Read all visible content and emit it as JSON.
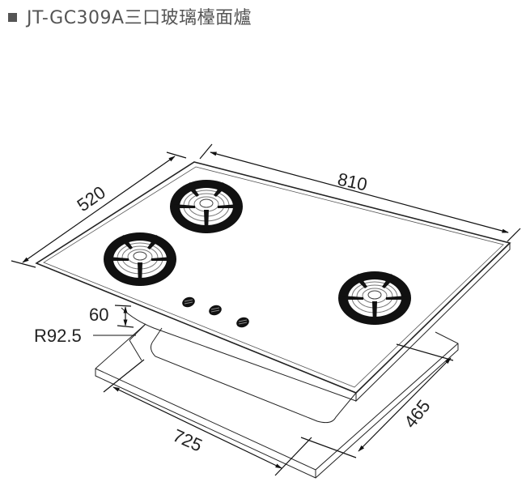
{
  "header": {
    "bullet_icon": "square-bullet-icon",
    "title": "JT-GC309A三口玻璃檯面爐"
  },
  "diagram": {
    "subject": "Three-burner glass built-in gas hob with cutout dimensions",
    "burners": 3,
    "knobs": 3,
    "dimensions": {
      "depth": "520",
      "width": "810",
      "height_drop": "60",
      "corner_radius": "R92.5",
      "cutout_width": "725",
      "cutout_depth": "465"
    },
    "colors": {
      "line": "#222222",
      "burner": "#111111",
      "title_text": "#555555"
    }
  }
}
